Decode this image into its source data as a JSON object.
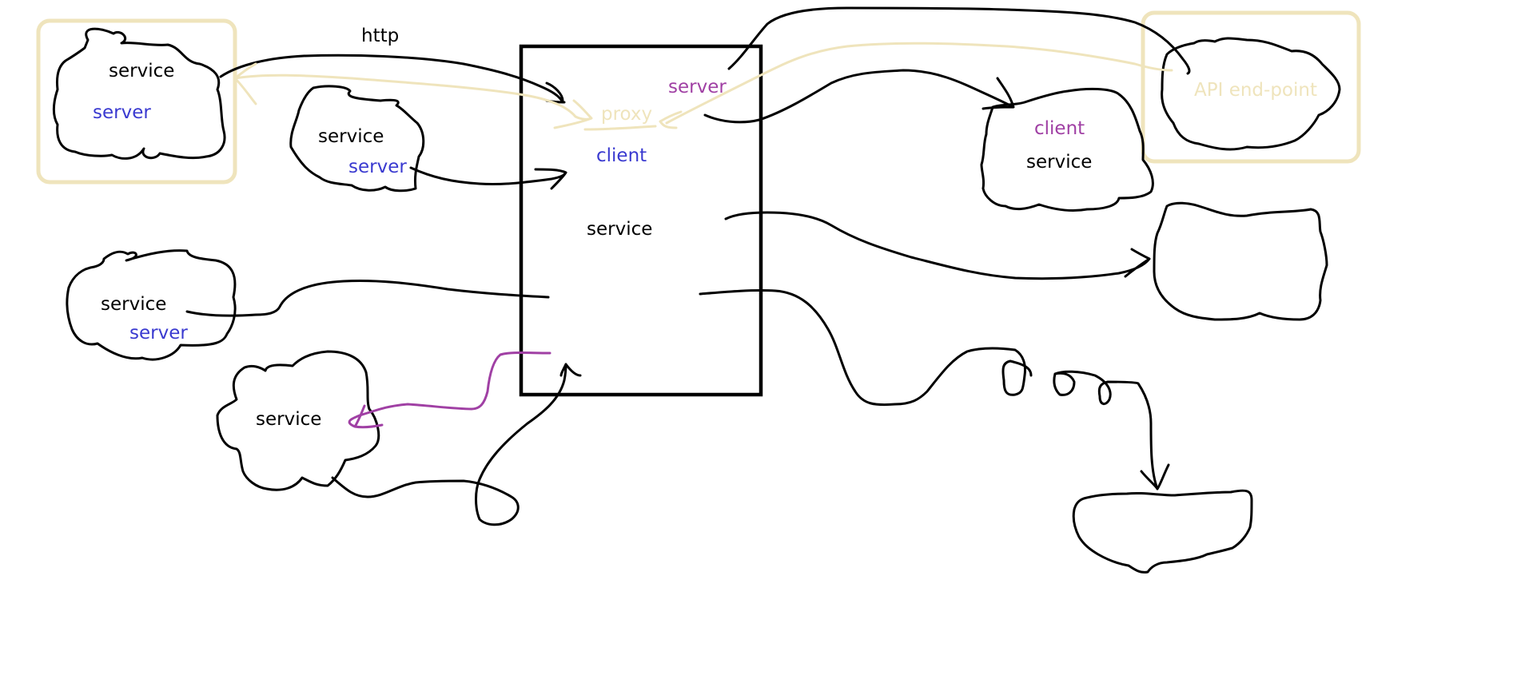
{
  "colors": {
    "ink": "#000000",
    "server_blue": "#3a3ad0",
    "client_purple": "#a040a4",
    "proxy_yellow": "#efe4bc",
    "background": "#ffffff"
  },
  "labels": {
    "http": "http",
    "cloud_top_left": {
      "service": "service",
      "server": "server"
    },
    "cloud_mid_left": {
      "service": "service",
      "server": "server"
    },
    "cloud_left": {
      "service": "service",
      "server": "server"
    },
    "cloud_bottom_left": {
      "service": "service"
    },
    "center_box": {
      "proxy": "proxy",
      "server": "server",
      "client": "client",
      "service": "service"
    },
    "cloud_top_right": {
      "client": "client",
      "service": "service"
    },
    "cloud_api": {
      "endpoint": "API end-point"
    }
  }
}
